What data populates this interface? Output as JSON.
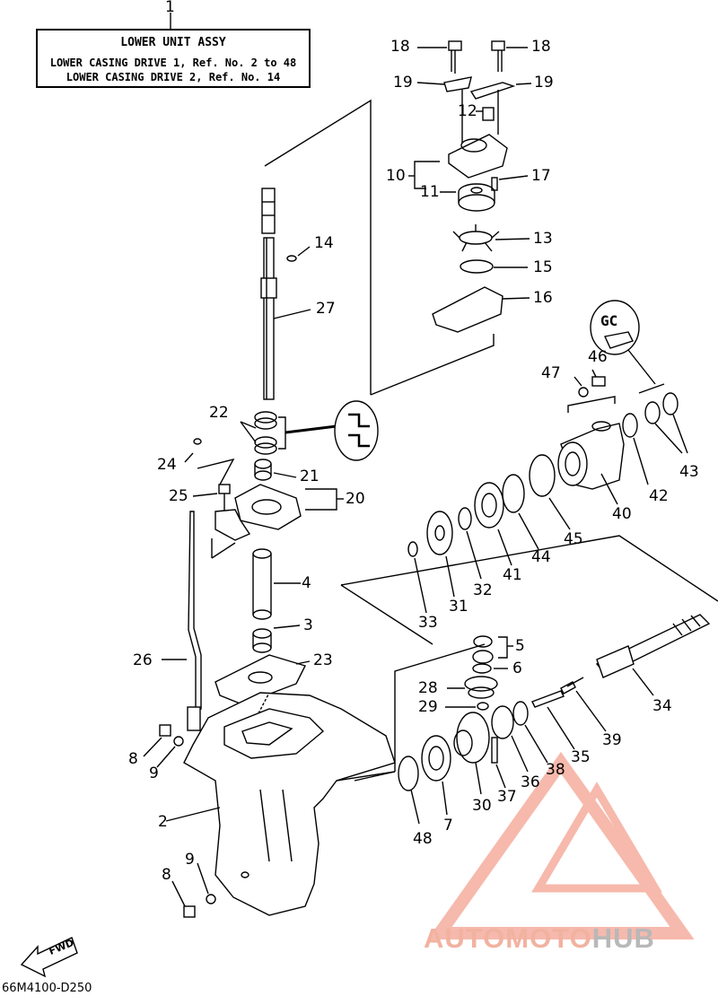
{
  "header": {
    "assembly_index": "1",
    "title": "LOWER UNIT ASSY",
    "line1": "LOWER CASING DRIVE 1, Ref. No. 2 to 48",
    "line2": "LOWER CASING DRIVE 2, Ref. No. 14"
  },
  "callouts": {
    "n2": "2",
    "n3": "3",
    "n4": "4",
    "n5": "5",
    "n6": "6",
    "n7": "7",
    "n8a": "8",
    "n8b": "8",
    "n9a": "9",
    "n9b": "9",
    "n10": "10",
    "n11": "11",
    "n12": "12",
    "n13": "13",
    "n14": "14",
    "n15": "15",
    "n16": "16",
    "n17": "17",
    "n18a": "18",
    "n18b": "18",
    "n19a": "19",
    "n19b": "19",
    "n20": "20",
    "n21": "21",
    "n22": "22",
    "n23": "23",
    "n24": "24",
    "n25": "25",
    "n26": "26",
    "n27": "27",
    "n28": "28",
    "n29": "29",
    "n30": "30",
    "n31": "31",
    "n32": "32",
    "n33": "33",
    "n34": "34",
    "n35": "35",
    "n36": "36",
    "n37": "37",
    "n38": "38",
    "n39": "39",
    "n40": "40",
    "n41": "41",
    "n42": "42",
    "n43": "43",
    "n44": "44",
    "n45": "45",
    "n46": "46",
    "n47": "47",
    "n48": "48"
  },
  "sealant_mark": "GC",
  "direction_label": "FWD",
  "diagram_code": "66M4100-D250",
  "watermark": {
    "part1": "AUTOMOTO",
    "part2": "HUB",
    "color_primary": "#f2a090",
    "color_secondary": "#b8b8b8"
  }
}
